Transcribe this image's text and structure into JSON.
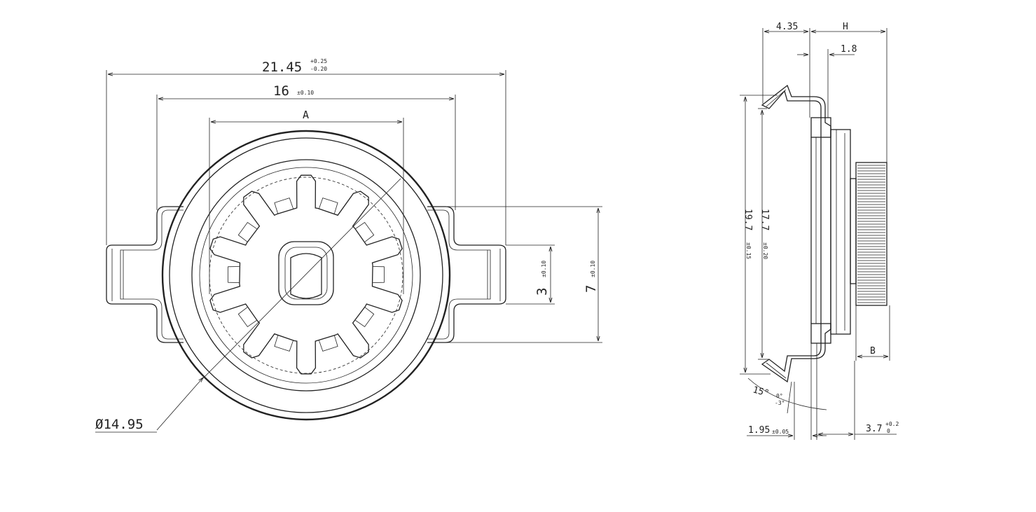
{
  "front_view": {
    "overall_width": {
      "value": "21.45",
      "tol_upper": "+0.25",
      "tol_lower": "-0.20"
    },
    "mount_width": {
      "value": "16",
      "tol": "±0.10"
    },
    "gear_span": {
      "label": "A"
    },
    "tab_height": {
      "value": "3",
      "tol": "±0.10"
    },
    "flange_height": {
      "value": "7",
      "tol": "±0.10"
    },
    "diameter": {
      "symbol": "Ø",
      "value": "14.95"
    }
  },
  "side_view": {
    "depth_offset": {
      "value": "4.35"
    },
    "height_dim": {
      "label": "H"
    },
    "rim_thickness": {
      "value": "1.8"
    },
    "outer_height": {
      "value": "19.7",
      "tol": "±0.15"
    },
    "inner_height": {
      "value": "17.7",
      "tol": "±0.20"
    },
    "clip_angle": {
      "value": "15°",
      "tol_upper": "0°",
      "tol_lower": "-3°"
    },
    "clip_thickness": {
      "value": "1.95",
      "tol": "±0.05"
    },
    "gear_width": {
      "label": "B"
    },
    "gear_offset": {
      "value": "3.7",
      "tol_upper": "+0.2",
      "tol_lower": "0"
    }
  }
}
